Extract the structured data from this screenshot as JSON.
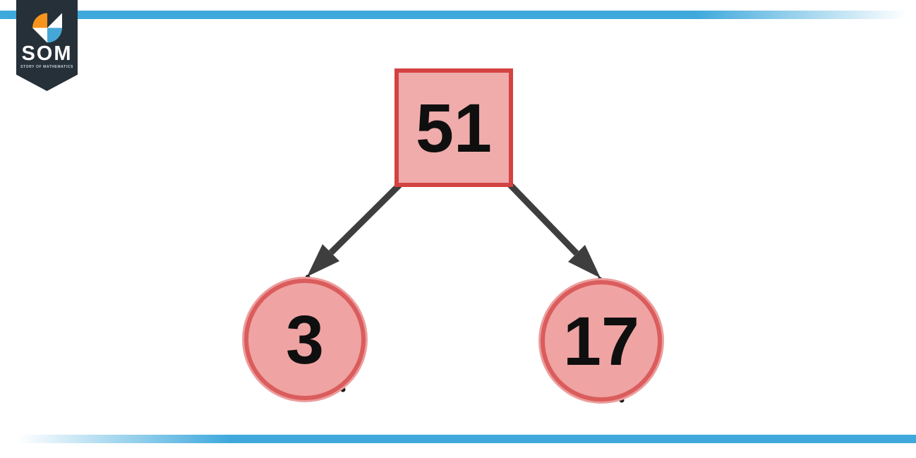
{
  "brand": {
    "name": "SOM",
    "tagline": "STORY OF MATHEMATICS"
  },
  "diagram": {
    "type": "factor-tree",
    "description": "Factor tree decomposition",
    "root": {
      "label": "51",
      "shape": "square"
    },
    "children": [
      {
        "label": "3",
        "shape": "circle"
      },
      {
        "label": "17",
        "shape": "circle"
      }
    ],
    "edges": [
      {
        "from": "51",
        "to": "3"
      },
      {
        "from": "51",
        "to": "17"
      }
    ]
  },
  "colors": {
    "divider_blue": "#3fa9dc",
    "banner_navy": "#263039",
    "logo_orange": "#f7941e",
    "logo_blue": "#45a7d7",
    "square_fill": "#f0abab",
    "square_border": "#d44242",
    "circle_fill": "#efa3a3",
    "circle_border": "#db5c5c",
    "arrow_gray": "#3e3e3e",
    "label_black": "#0f0f0f"
  }
}
